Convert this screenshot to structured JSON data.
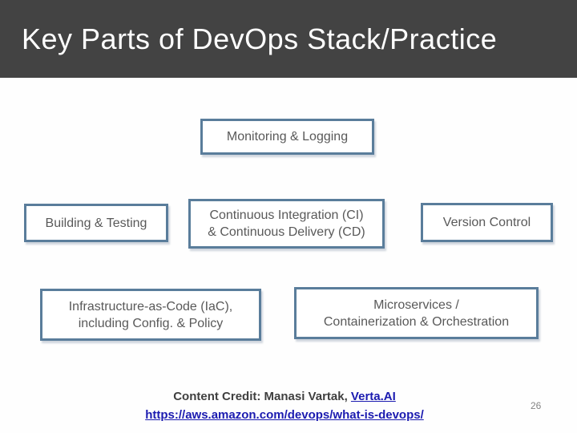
{
  "slide": {
    "title": "Key Parts of DevOps Stack/Practice",
    "page_number": "26"
  },
  "boxes": {
    "monitoring": {
      "label": "Monitoring & Logging"
    },
    "building": {
      "label": "Building & Testing"
    },
    "cicd": {
      "line1": "Continuous Integration (CI)",
      "line2": "& Continuous Delivery (CD)"
    },
    "version": {
      "label": "Version Control"
    },
    "iac": {
      "line1": "Infrastructure-as-Code (IaC),",
      "line2": "including Config. & Policy"
    },
    "microservices": {
      "line1": "Microservices /",
      "line2": "Containerization & Orchestration"
    }
  },
  "footer": {
    "credit_prefix": "Content Credit: Manasi Vartak, ",
    "credit_link_label": "Verta.AI",
    "source_url": "https://aws.amazon.com/devops/what-is-devops/"
  },
  "colors": {
    "header_bg": "#434343",
    "title_text": "#ffffff",
    "box_border": "#5a7d9b",
    "box_text": "#595959",
    "footer_text": "#3f3f3f",
    "link": "#1b1bb0",
    "slide_bg": "#fefefe"
  }
}
